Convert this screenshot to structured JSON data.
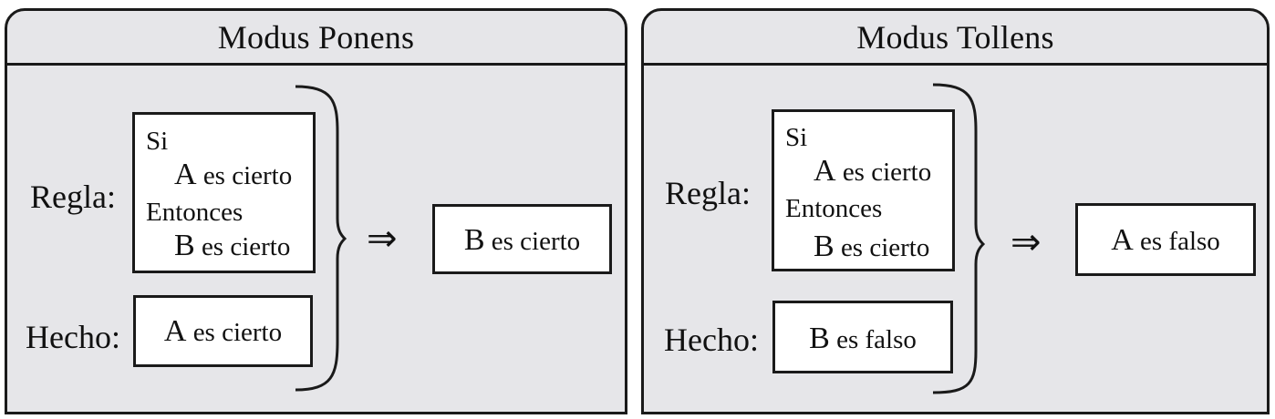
{
  "panels": [
    {
      "title": "Modus Ponens",
      "rule_label": "Regla:",
      "fact_label": "Hecho:",
      "rule": {
        "if": "Si",
        "antecedent_var": "A",
        "antecedent_rest": "es cierto",
        "then": "Entonces",
        "consequent_var": "B",
        "consequent_rest": "es cierto"
      },
      "fact": {
        "var": "A",
        "rest": "es cierto"
      },
      "implies_symbol": "⇒",
      "conclusion": {
        "var": "B",
        "rest": "es cierto"
      }
    },
    {
      "title": "Modus Tollens",
      "rule_label": "Regla:",
      "fact_label": "Hecho:",
      "rule": {
        "if": "Si",
        "antecedent_var": "A",
        "antecedent_rest": "es cierto",
        "then": "Entonces",
        "consequent_var": "B",
        "consequent_rest": "es cierto"
      },
      "fact": {
        "var": "B",
        "rest": "es falso"
      },
      "implies_symbol": "⇒",
      "conclusion": {
        "var": "A",
        "rest": "es falso"
      }
    }
  ]
}
